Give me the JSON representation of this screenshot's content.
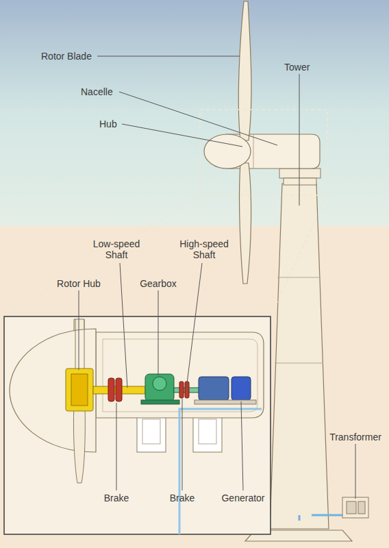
{
  "diagram": {
    "labels": [
      "Rotor Blade",
      "Nacelle",
      "Hub",
      "Tower",
      "Low-speed Shaft",
      "High-speed Shaft",
      "Rotor Hub",
      "Gearbox",
      "Brake",
      "Brake",
      "Generator",
      "Transformer"
    ]
  }
}
